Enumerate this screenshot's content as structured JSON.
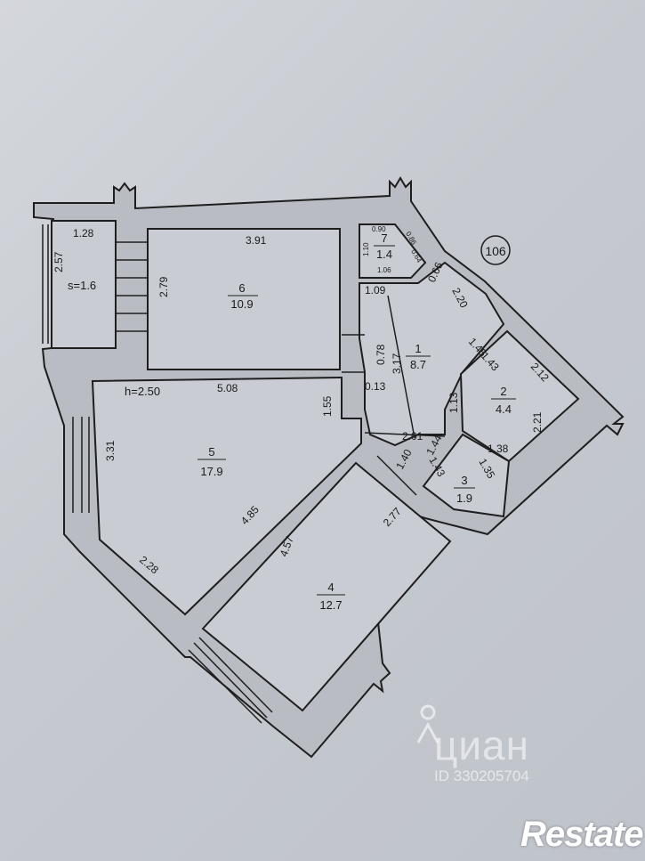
{
  "plan": {
    "apartment_number": "106",
    "ceiling_height": "h=2.50",
    "rooms": [
      {
        "id": "7",
        "area": "1.4"
      },
      {
        "id": "6",
        "area": "10.9"
      },
      {
        "id": "1",
        "area": "8.7"
      },
      {
        "id": "2",
        "area": "4.4"
      },
      {
        "id": "3",
        "area": "1.9"
      },
      {
        "id": "5",
        "area": "17.9"
      },
      {
        "id": "4",
        "area": "12.7"
      }
    ],
    "balcony_area": "s=1.6",
    "dimensions": [
      "1.28",
      "2.57",
      "3.91",
      "2.79",
      "0.90",
      "0.86",
      "1.10",
      "1.06",
      "0.64",
      "0.66",
      "1.09",
      "2.20",
      "1.45",
      "0.78",
      "3.17",
      "1.43",
      "2.12",
      "5.08",
      "0.13",
      "1.55",
      "1.13",
      "2.21",
      "2.01",
      "1.44",
      "1.38",
      "1.43",
      "1.35",
      "1.40",
      "3.31",
      "4.85",
      "2.77",
      "4.57",
      "2.28"
    ]
  },
  "watermarks": {
    "cian": "циан",
    "listing_id": "ID 330205704",
    "brand": "Restate"
  },
  "colors": {
    "wall_fill": "#b9bdc3",
    "line": "#1e1e1e",
    "paper": "#c9cdd3"
  }
}
